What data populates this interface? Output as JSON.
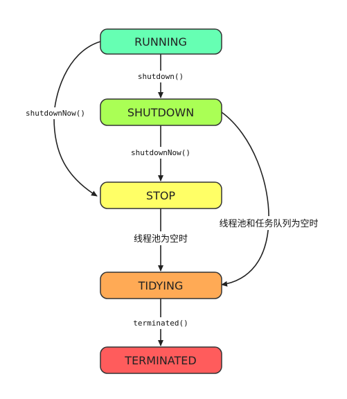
{
  "states": {
    "running": {
      "label": "RUNNING",
      "color": "#66ffb3"
    },
    "shutdown": {
      "label": "SHUTDOWN",
      "color": "#aaff55"
    },
    "stop": {
      "label": "STOP",
      "color": "#ffff66"
    },
    "tidying": {
      "label": "TIDYING",
      "color": "#ffaa55"
    },
    "terminated": {
      "label": "TERMINATED",
      "color": "#ff5c5c"
    }
  },
  "edges": {
    "running_to_shutdown": "shutdown()",
    "running_to_stop": "shutdownNow()",
    "shutdown_to_stop": "shutdownNow()",
    "stop_to_tidying": "线程池为空时",
    "shutdown_to_tidying": "线程池和任务队列为空时",
    "tidying_to_terminated": "terminated()"
  }
}
